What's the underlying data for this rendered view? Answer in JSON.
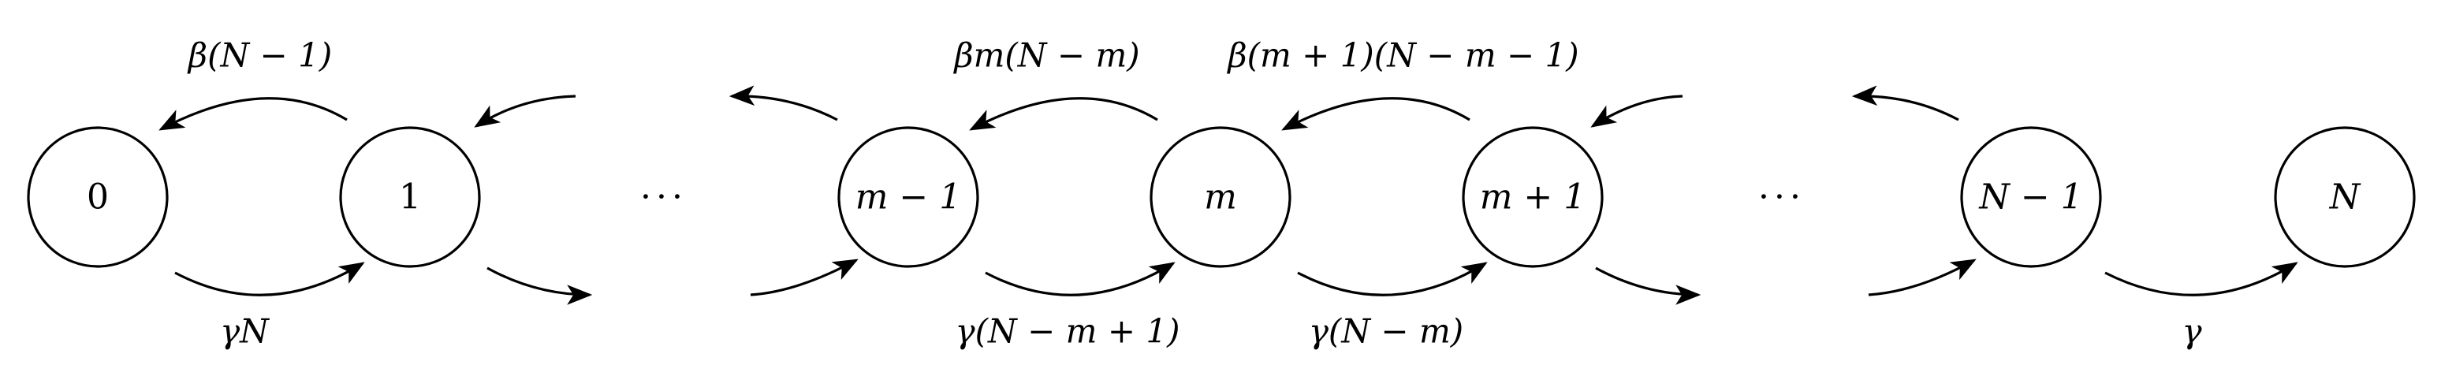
{
  "nodes": {
    "n0": "0",
    "n1": "1",
    "n_m_minus_1": "m − 1",
    "n_m": "m",
    "n_m_plus_1": "m + 1",
    "n_N_minus_1": "N − 1",
    "n_N": "N"
  },
  "ellipses": {
    "left": "···",
    "right": "···"
  },
  "rates": {
    "beta_1_to_0": "β(N − 1)",
    "gamma_0_to_1": "γN",
    "beta_m_to_m_minus_1": "βm(N − m)",
    "beta_m_plus_1_to_m": "β(m + 1)(N − m − 1)",
    "gamma_m_minus_1_to_m": "γ(N − m + 1)",
    "gamma_m_to_m_plus_1": "γ(N − m)",
    "gamma_N_minus_1_to_N": "γ"
  }
}
